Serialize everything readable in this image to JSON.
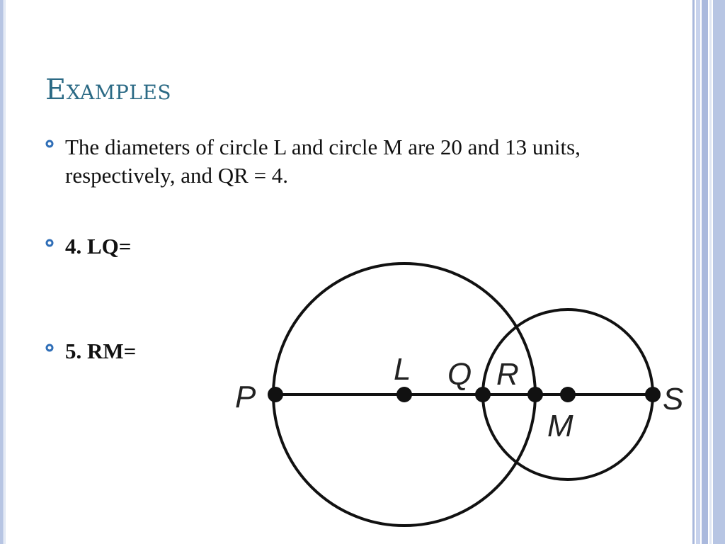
{
  "slide": {
    "title": "Examples",
    "bullets": [
      {
        "text": "The diameters of circle L and circle M are 20 and 13 units, respectively, and QR = 4.",
        "bold": false
      },
      {
        "text": "4. LQ=",
        "bold": true
      },
      {
        "text": "5. RM=",
        "bold": true
      }
    ]
  },
  "diagram": {
    "labels": {
      "P": "P",
      "L": "L",
      "Q": "Q",
      "R": "R",
      "M": "M",
      "S": "S"
    }
  },
  "colors": {
    "title": "#2b6a85",
    "bullet_marker": "#2f6eb7",
    "border_stripe": "#b7c5e3"
  }
}
